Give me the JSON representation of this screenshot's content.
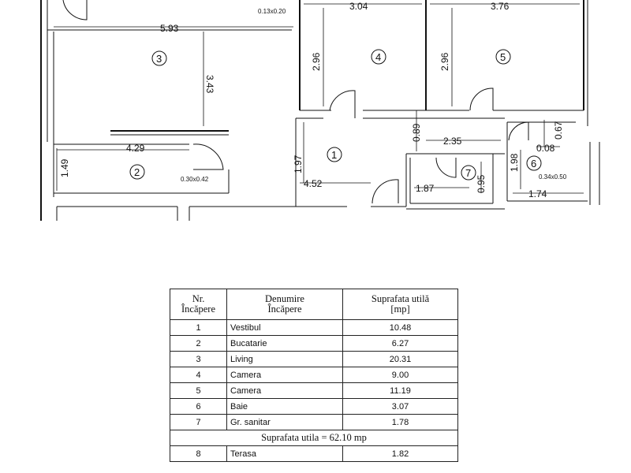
{
  "plan": {
    "dimensions": {
      "d_593": "5.93",
      "d_343": "3.43",
      "d_304": "3.04",
      "d_376": "3.76",
      "d_296a": "2.96",
      "d_296b": "2.96",
      "d_429": "4.29",
      "d_149": "1.49",
      "d_197": "1.97",
      "d_452": "4.52",
      "d_089": "0.89",
      "d_235": "2.35",
      "d_067": "0.67",
      "d_008": "0.08",
      "d_198": "1.98",
      "d_187": "1.87",
      "d_095": "0.95",
      "d_174": "1.74"
    },
    "small_labels": {
      "s_top": "0.13x0.20",
      "s_kitchen": "0.30x0.42",
      "s_bath": "0.34x0.50"
    },
    "room_numbers": {
      "r1": "1",
      "r2": "2",
      "r3": "3",
      "r4": "4",
      "r5": "5",
      "r6": "6",
      "r7": "7"
    }
  },
  "table": {
    "header": {
      "nr_line1": "Nr.",
      "nr_line2": "Încăpere",
      "name_line1": "Denumire",
      "name_line2": "Încăpere",
      "area_line1": "Suprafata utilă",
      "area_line2": "[mp]"
    },
    "rows": [
      {
        "nr": "1",
        "name": "Vestibul",
        "area": "10.48"
      },
      {
        "nr": "2",
        "name": "Bucatarie",
        "area": "6.27"
      },
      {
        "nr": "3",
        "name": "Living",
        "area": "20.31"
      },
      {
        "nr": "4",
        "name": "Camera",
        "area": "9.00"
      },
      {
        "nr": "5",
        "name": "Camera",
        "area": "11.19"
      },
      {
        "nr": "6",
        "name": "Baie",
        "area": "3.07"
      },
      {
        "nr": "7",
        "name": "Gr. sanitar",
        "area": "1.78"
      }
    ],
    "total": "Suprafata utila = 62.10 mp",
    "extra_row": {
      "nr": "8",
      "name": "Terasa",
      "area": "1.82"
    }
  }
}
